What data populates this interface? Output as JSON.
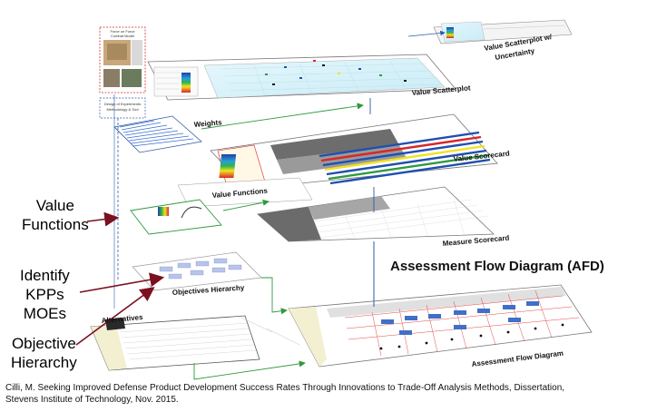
{
  "layers": {
    "value_scatterplot": "Value Scatterplot",
    "value_scatterplot_uncertainty": [
      "Value Scatterplot w/",
      "Uncertainty"
    ],
    "weights": "Weights",
    "value_scorecard": "Value Scorecard",
    "value_functions_layer": "Value Functions",
    "measure_scorecard": "Measure Scorecard",
    "objectives_hierarchy": "Objectives Hierarchy",
    "alternatives": "Alternatives",
    "assessment_flow_diagram": "Assessment Flow Diagram"
  },
  "title": "Assessment Flow Diagram (AFD)",
  "thumbnails": {
    "force_on_force": [
      "Force on Force",
      "Combat Model"
    ],
    "doe": [
      "Design of Experiments",
      "Methodology & Tool"
    ]
  },
  "side_labels": {
    "value_functions": [
      "Value",
      "Functions"
    ],
    "identify": [
      "Identify",
      "KPPs",
      "MOEs"
    ],
    "objective_hierarchy": [
      "Objective",
      "Hierarchy"
    ]
  },
  "citation": [
    "Cilli, M. Seeking Improved Defense Product Development Success Rates Through Innovations to Trade-Off Analysis Methods, Dissertation,",
    "Stevens Institute of Technology, Nov. 2015."
  ],
  "colors": {
    "flow_arrow": "#2e9a3e",
    "link_line": "#2f5aa8",
    "pointer_arrow": "#7a1020",
    "heat_red": "#d7262b",
    "heat_yellow": "#f2e221",
    "heat_blue": "#1f4fb0"
  }
}
